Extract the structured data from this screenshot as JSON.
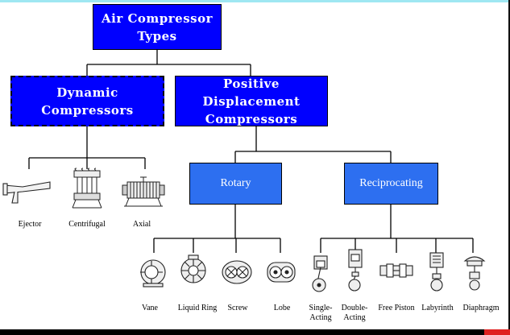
{
  "diagram": {
    "root": "Air Compressor\nTypes",
    "dynamic": "Dynamic\nCompressors",
    "positive": "Positive Displacement\nCompressors",
    "rotary": "Rotary",
    "reciprocating": "Reciprocating",
    "dynamic_types": [
      "Ejector",
      "Centrifugal",
      "Axial"
    ],
    "rotary_types": [
      "Vane",
      "Liquid Ring",
      "Screw",
      "Lobe"
    ],
    "reciprocating_types": [
      "Single-\nActing",
      "Double-\nActing",
      "Free Piston",
      "Labyrinth",
      "Diaphragm"
    ]
  },
  "colors": {
    "primary_box": "#0000ff",
    "secondary_box": "#2d6ff0",
    "line": "#000000"
  }
}
